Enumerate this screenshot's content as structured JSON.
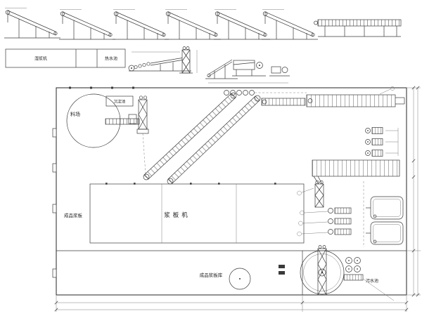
{
  "drawing": {
    "type": "factory-layout-plan",
    "labels": {
      "material_yard": "料场",
      "sedimentation_pool": "沉淀池",
      "pulp_board_machine": "浆板机",
      "finished_pulp_board": "成品浆板",
      "finished_pulp_warehouse": "成品浆板库",
      "sewage_pool": "污水池"
    },
    "legend": {
      "cell_left": "湿浆机",
      "cell_right": "热水池"
    },
    "colors": {
      "line": "#3a3a3a",
      "background": "#ffffff"
    }
  }
}
